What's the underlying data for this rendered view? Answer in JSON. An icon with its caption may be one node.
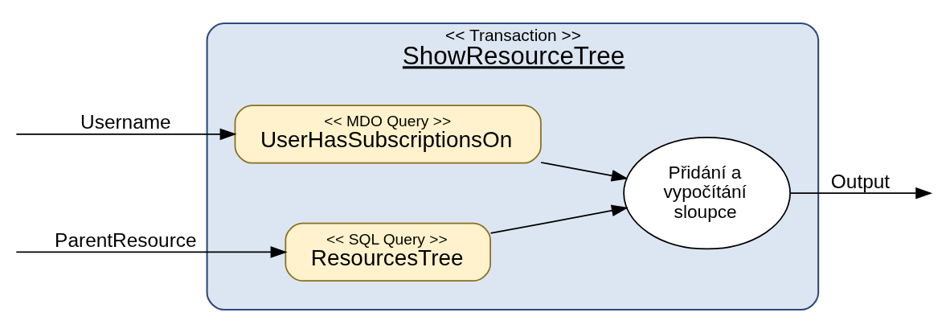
{
  "diagram": {
    "nodes": [
      {
        "text": [
          "<< Transaction >>",
          "ShowResourceTree"
        ]
      },
      {
        "text": [
          "<< MDO Query >>",
          "UserHasSubscriptionsOn"
        ],
        "in": 0
      },
      {
        "text": [
          "<< SQL Query >>",
          "ResourcesTree"
        ],
        "in": 0
      },
      {
        "text": [
          "Přidání a vypočítání sloupce"
        ],
        "in": 0
      }
    ],
    "edges": [
      {
        "from": null,
        "to": 1,
        "arrow": "to",
        "label": "Username"
      },
      {
        "from": null,
        "to": 2,
        "arrow": "to",
        "label": "ParentResource"
      },
      {
        "from": 1,
        "to": 3,
        "arrow": "to"
      },
      {
        "from": 2,
        "to": 3,
        "arrow": "to"
      },
      {
        "from": 3,
        "to": null,
        "arrow": "to",
        "label": "Output"
      }
    ]
  }
}
